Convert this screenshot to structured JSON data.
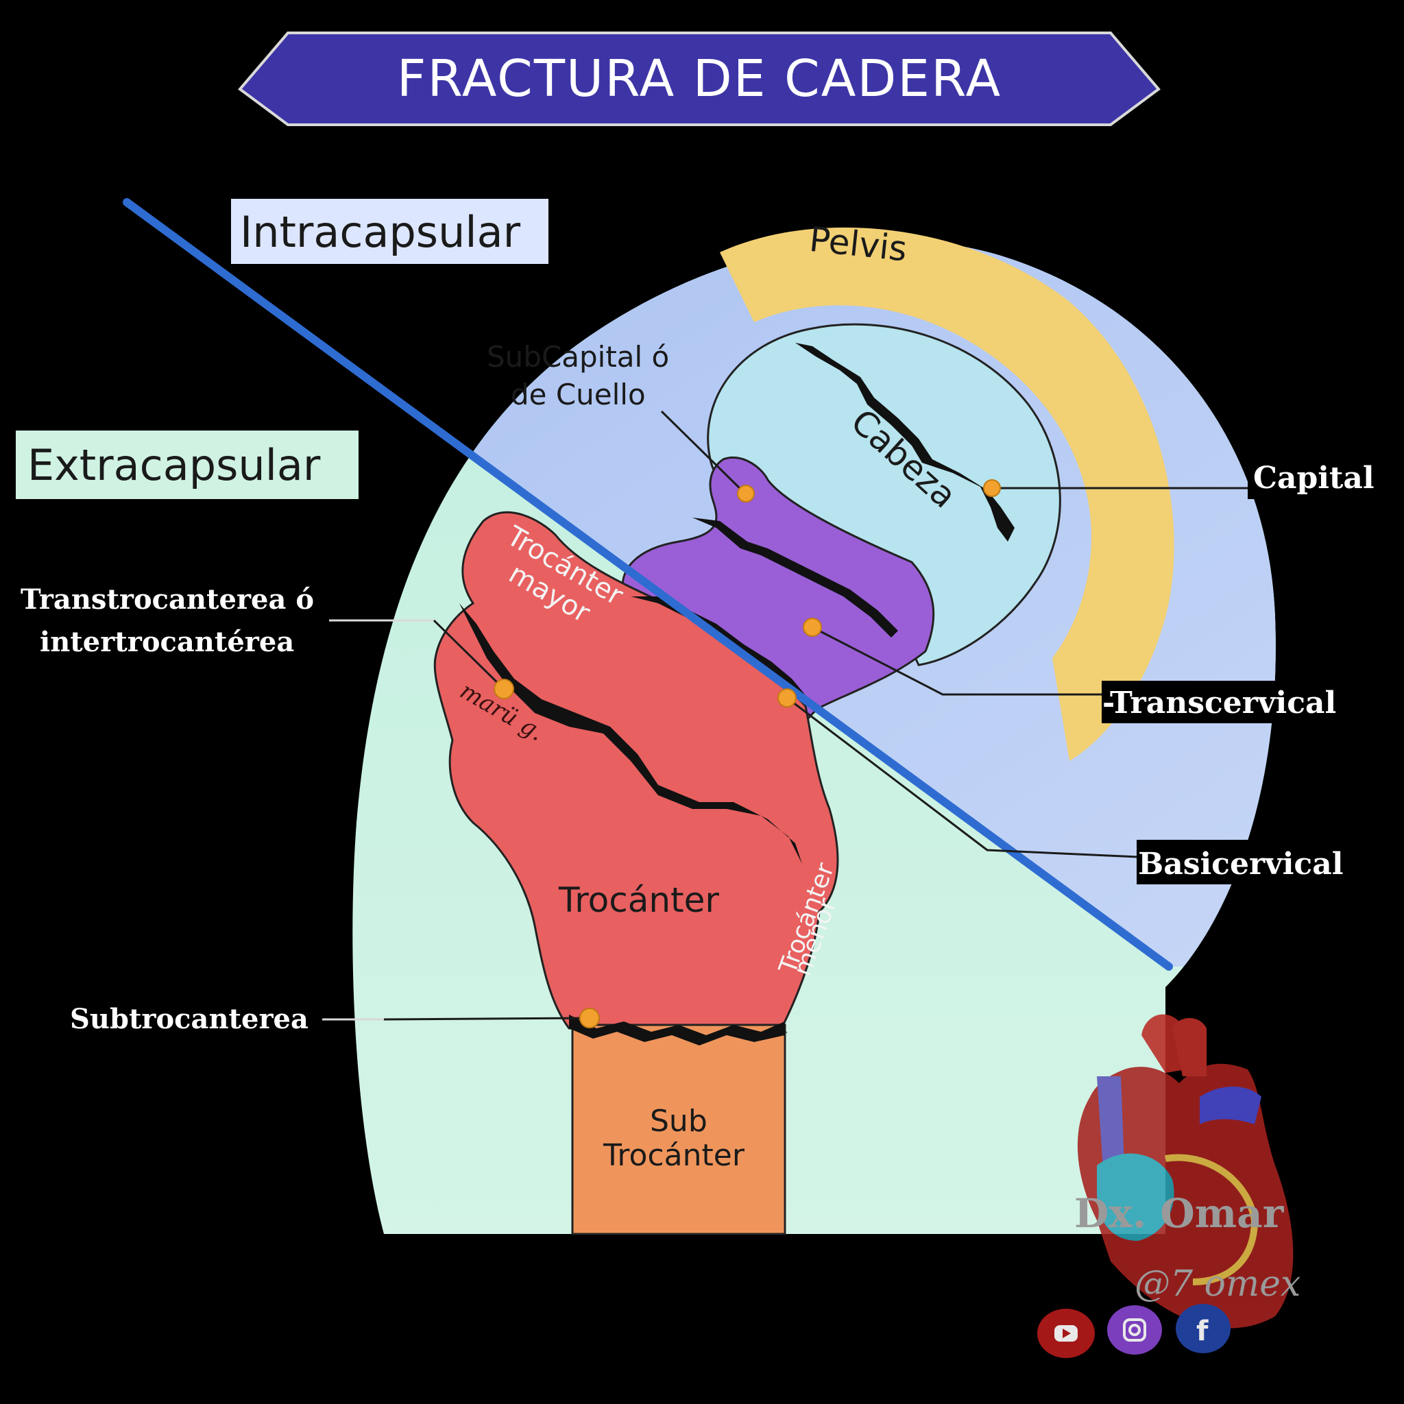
{
  "title": "FRACTURA DE CADERA",
  "zones": {
    "intracapsular": "Intracapsular",
    "extracapsular": "Extracapsular"
  },
  "anatomy": {
    "pelvis": "Pelvis",
    "cabeza": "Cabeza",
    "subcapital_line1": "SubCapital ó",
    "subcapital_line2": "de Cuello",
    "trocanter_mayor_line1": "Trocánter",
    "trocanter_mayor_line2": "mayor",
    "trocanter": "Trocánter",
    "trocanter_menor_line1": "Trocánter",
    "trocanter_menor_line2": "menor",
    "sub_trocanter_line1": "Sub",
    "sub_trocanter_line2": "Trocánter",
    "artist_signature": "marü g."
  },
  "fracture_types": {
    "capital": "Capital",
    "transcervical": "-Transcervical",
    "basicervical": "Basicervical",
    "transtrocanterea_line1": "Transtrocanterea ó",
    "transtrocanterea_line2": "intertrocantérea",
    "subtrocanterea": "Subtrocanterea"
  },
  "watermark": {
    "name": "Dx. Omar",
    "handle": "@7 omex",
    "social_icons": [
      "youtube-icon",
      "instagram-icon",
      "facebook-icon"
    ]
  },
  "colors": {
    "banner": "#3d35a6",
    "pelvis": "#f2d074",
    "head": "#b7e4ee",
    "neck": "#9a5fd6",
    "trochanter": "#e86060",
    "shaft": "#ef955c",
    "upper_bg": "#b9cdf3",
    "lower_bg": "#c8f0df",
    "capsule_line": "#2f6cd1",
    "fracture_dot": "#f2a12e"
  }
}
